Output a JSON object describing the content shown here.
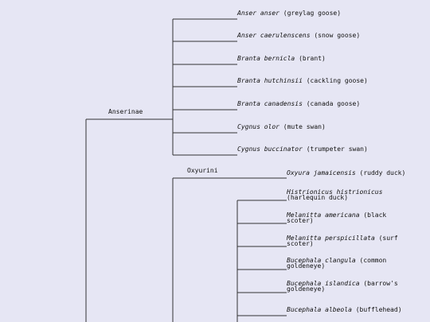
{
  "tree": {
    "anserinae": {
      "label": "Anserinae",
      "leaves": [
        {
          "species": "Anser anser",
          "common": "(greylag goose)"
        },
        {
          "species": "Anser caerulenscens",
          "common": "(snow goose)"
        },
        {
          "species": "Branta bernicla",
          "common": "(brant)"
        },
        {
          "species": "Branta hutchinsii",
          "common": "(cackling goose)"
        },
        {
          "species": "Branta canadensis",
          "common": "(canada goose)"
        },
        {
          "species": "Cygnus olor",
          "common": "(mute swan)"
        },
        {
          "species": "Cygnus buccinator",
          "common": "(trumpeter swan)"
        }
      ]
    },
    "oxyurini": {
      "label": "Oxyurini",
      "leaves": [
        {
          "species": "Oxyura jamaicensis",
          "common": "(ruddy duck)"
        }
      ]
    },
    "sea_ducks": {
      "leaves": [
        {
          "species": "Histrionicus histrionicus",
          "common": "(harlequin duck)"
        },
        {
          "species": "Melanitta americana",
          "common": "(black scoter)"
        },
        {
          "species": "Melanitta perspicillata",
          "common": "(surf scoter)"
        },
        {
          "species": "Bucephala clangula",
          "common": "(common goldeneye)"
        },
        {
          "species": "Bucephala islandica",
          "common": "(barrow's goldeneye)"
        },
        {
          "species": "Bucephala albeola",
          "common": "(bufflehead)"
        }
      ]
    }
  }
}
